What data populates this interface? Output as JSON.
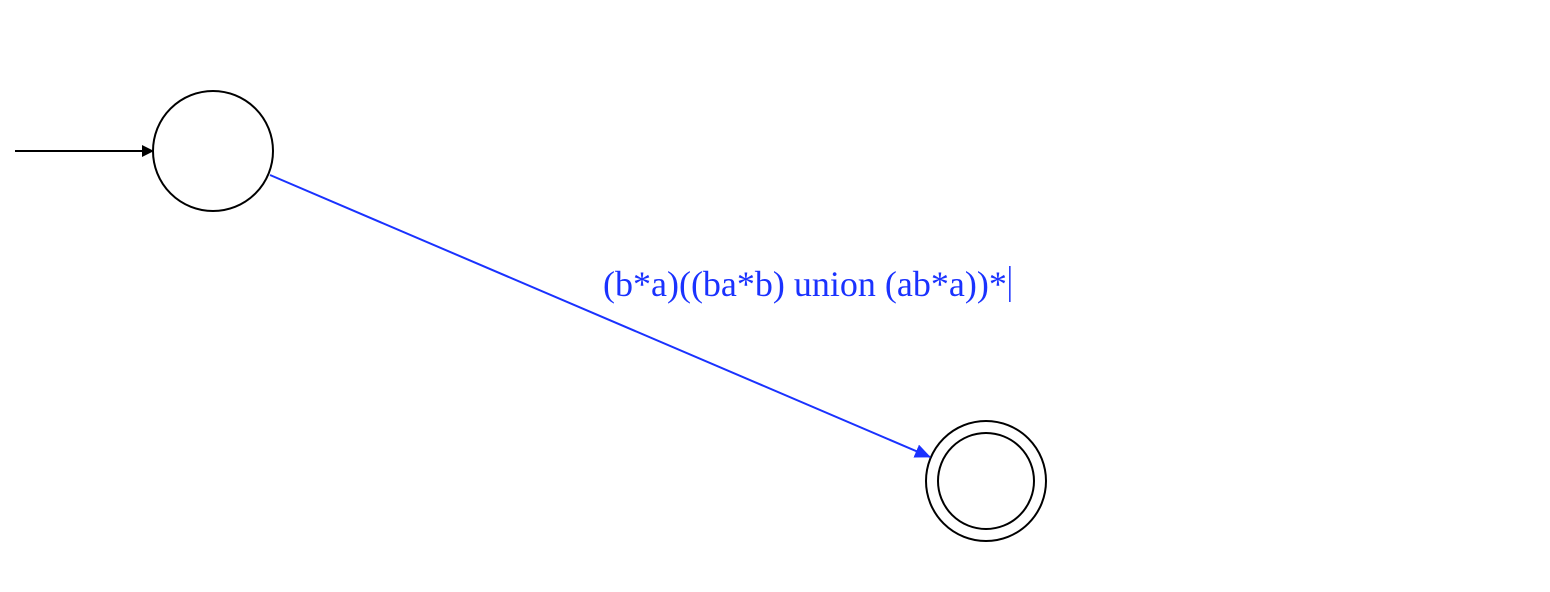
{
  "colors": {
    "selected": "#1a32ff",
    "stroke": "#000000",
    "background": "#ffffff"
  },
  "states": [
    {
      "id": "q0",
      "initial": true,
      "accepting": false
    },
    {
      "id": "q1",
      "initial": false,
      "accepting": true
    }
  ],
  "transitions": [
    {
      "from": "q0",
      "to": "q1",
      "label": "(b*a)((ba*b) union (ab*a))*",
      "selected": true,
      "editing": true
    }
  ]
}
